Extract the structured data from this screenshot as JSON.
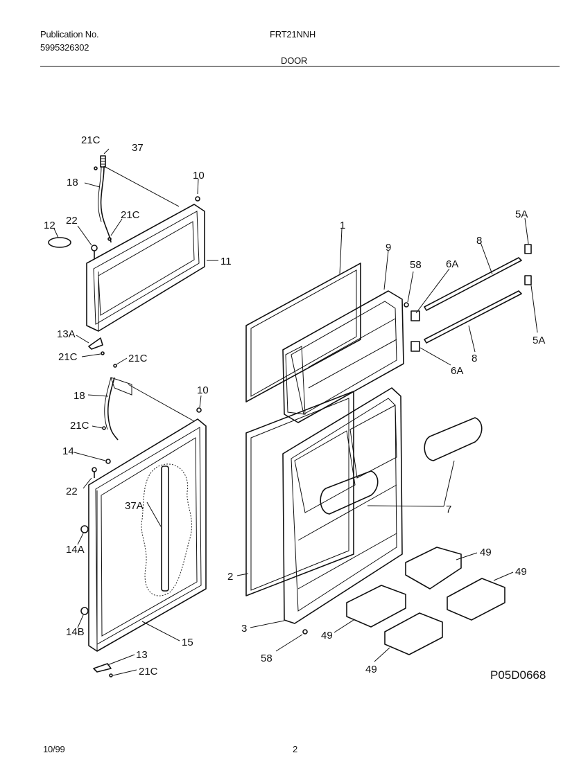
{
  "header": {
    "publication_label": "Publication No.",
    "publication_number": "5995326302",
    "model": "FRT21NNH",
    "section": "DOOR"
  },
  "diagram": {
    "drawing_code": "P05D0668",
    "callouts": {
      "c21C_a": "21C",
      "c37": "37",
      "c18_a": "18",
      "c10_a": "10",
      "c12": "12",
      "c22_a": "22",
      "c21C_b": "21C",
      "c11": "11",
      "c13A": "13A",
      "c21C_c": "21C",
      "c21C_d": "21C",
      "c18_b": "18",
      "c10_b": "10",
      "c21C_e": "21C",
      "c14": "14",
      "c22_b": "22",
      "c37A": "37A",
      "c14A": "14A",
      "c14B": "14B",
      "c15": "15",
      "c13": "13",
      "c21C_f": "21C",
      "c1": "1",
      "c9": "9",
      "c58_a": "58",
      "c6A_a": "6A",
      "c8_a": "8",
      "c5A_a": "5A",
      "c5A_b": "5A",
      "c8_b": "8",
      "c6A_b": "6A",
      "c7": "7",
      "c49_a": "49",
      "c49_b": "49",
      "c49_c": "49",
      "c49_d": "49",
      "c2": "2",
      "c3": "3",
      "c58_b": "58"
    }
  },
  "footer": {
    "date": "10/99",
    "page_number": "2"
  }
}
